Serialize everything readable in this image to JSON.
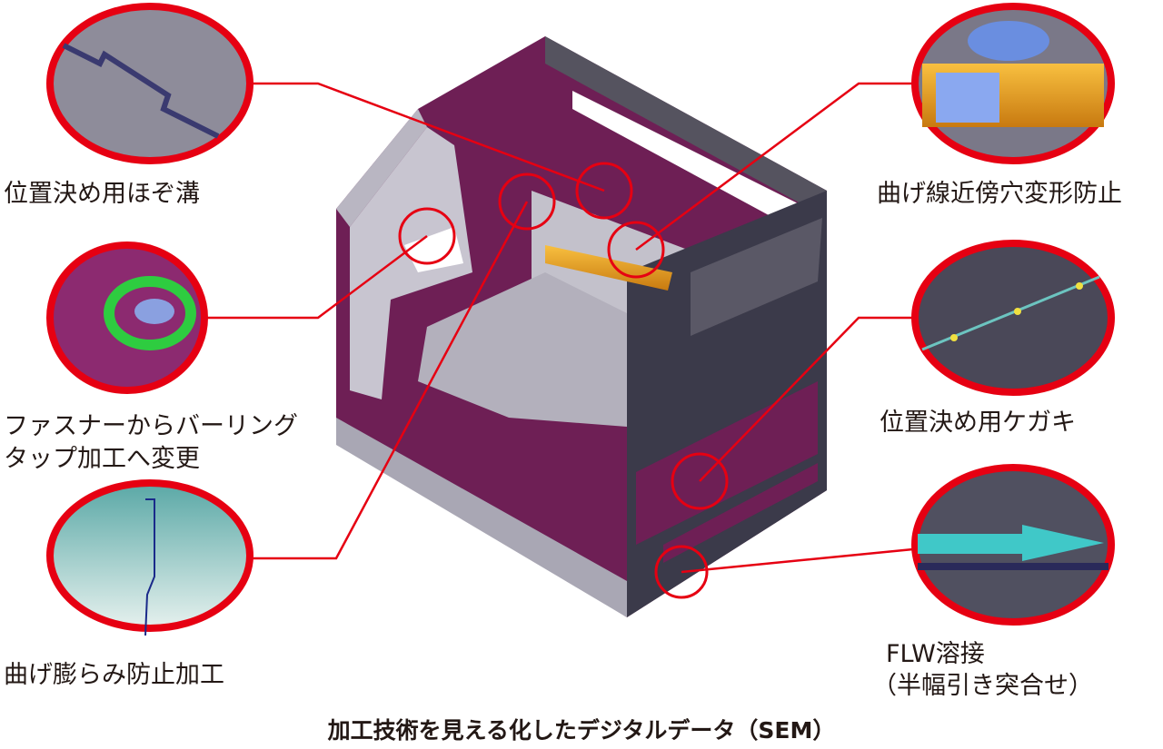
{
  "callouts": {
    "tenon_groove": "位置決め用ほぞ溝",
    "burring_line1": "ファスナーからバーリング",
    "burring_line2": "タップ加工へ変更",
    "bend_bulge": "曲げ膨らみ防止加工",
    "hole_deform": "曲げ線近傍穴変形防止",
    "marking": "位置決め用ケガキ",
    "flw_line1": "FLW溶接",
    "flw_line2": "（半幅引き突合せ）"
  },
  "caption": "加工技術を見える化したデジタルデータ（SEM）",
  "colors": {
    "ring": "#e60012",
    "panel_dark": "#3b3a4a",
    "panel_magenta": "#6e1f55",
    "panel_grey": "#a9a7b4",
    "orange": "#f0a030"
  }
}
